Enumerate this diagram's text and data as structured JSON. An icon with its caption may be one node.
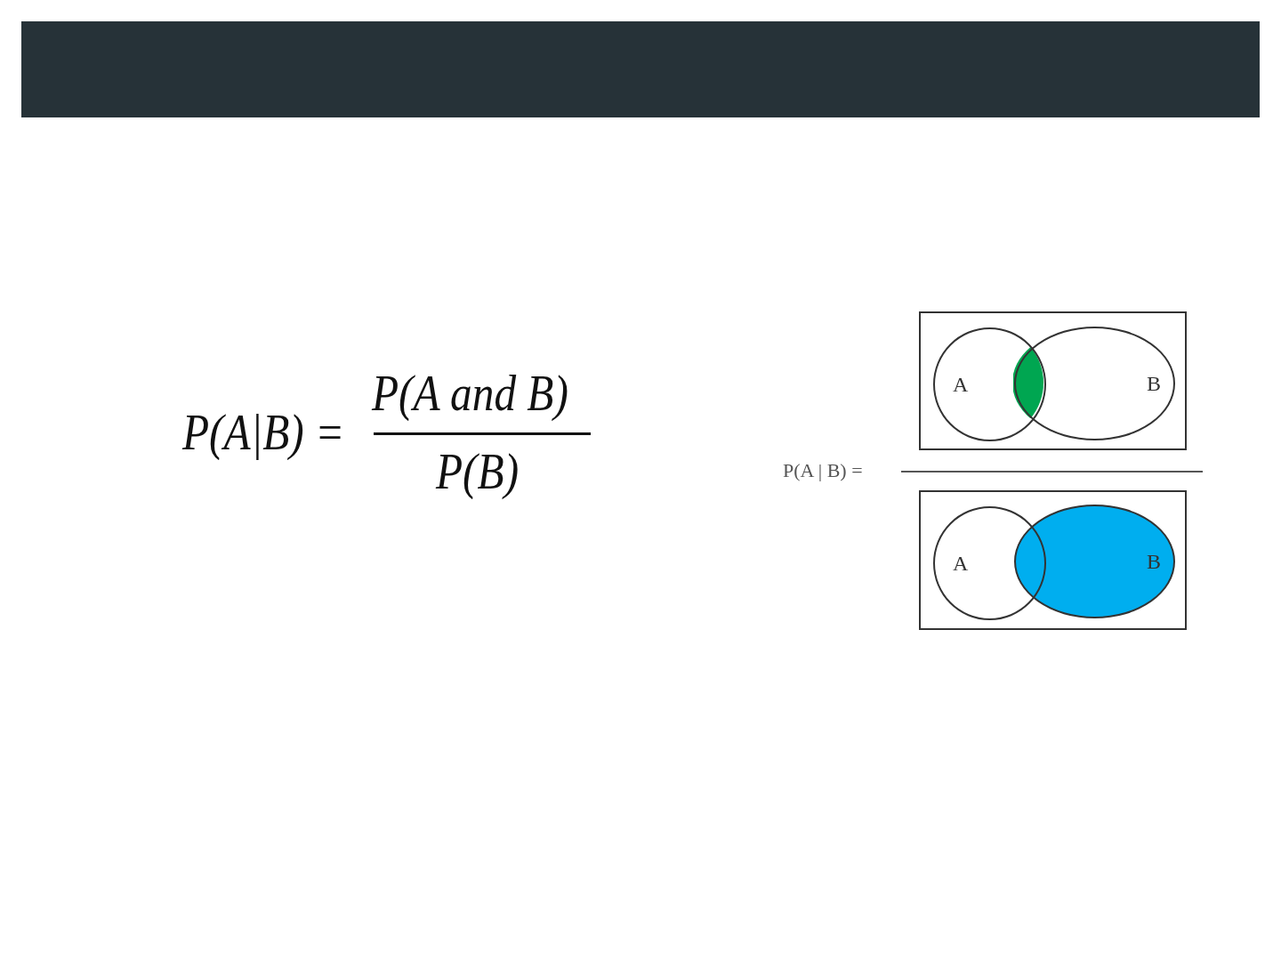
{
  "diagram": {
    "nodes": [
      {
        "text": [],
        "shape": "box"
      },
      {
        "text": [
          "A"
        ],
        "in": 0
      },
      {
        "text": [
          "B"
        ],
        "in": 0
      },
      {
        "text": [],
        "shape": "box"
      },
      {
        "text": [
          "A"
        ],
        "in": 3
      },
      {
        "text": [
          "B"
        ],
        "in": 3
      },
      {
        "text": [],
        "shape": "lens"
      }
    ],
    "labels": [
      "P(A|B) =",
      "P(A and B)",
      "P(B)",
      "P(A | B) ="
    ]
  }
}
